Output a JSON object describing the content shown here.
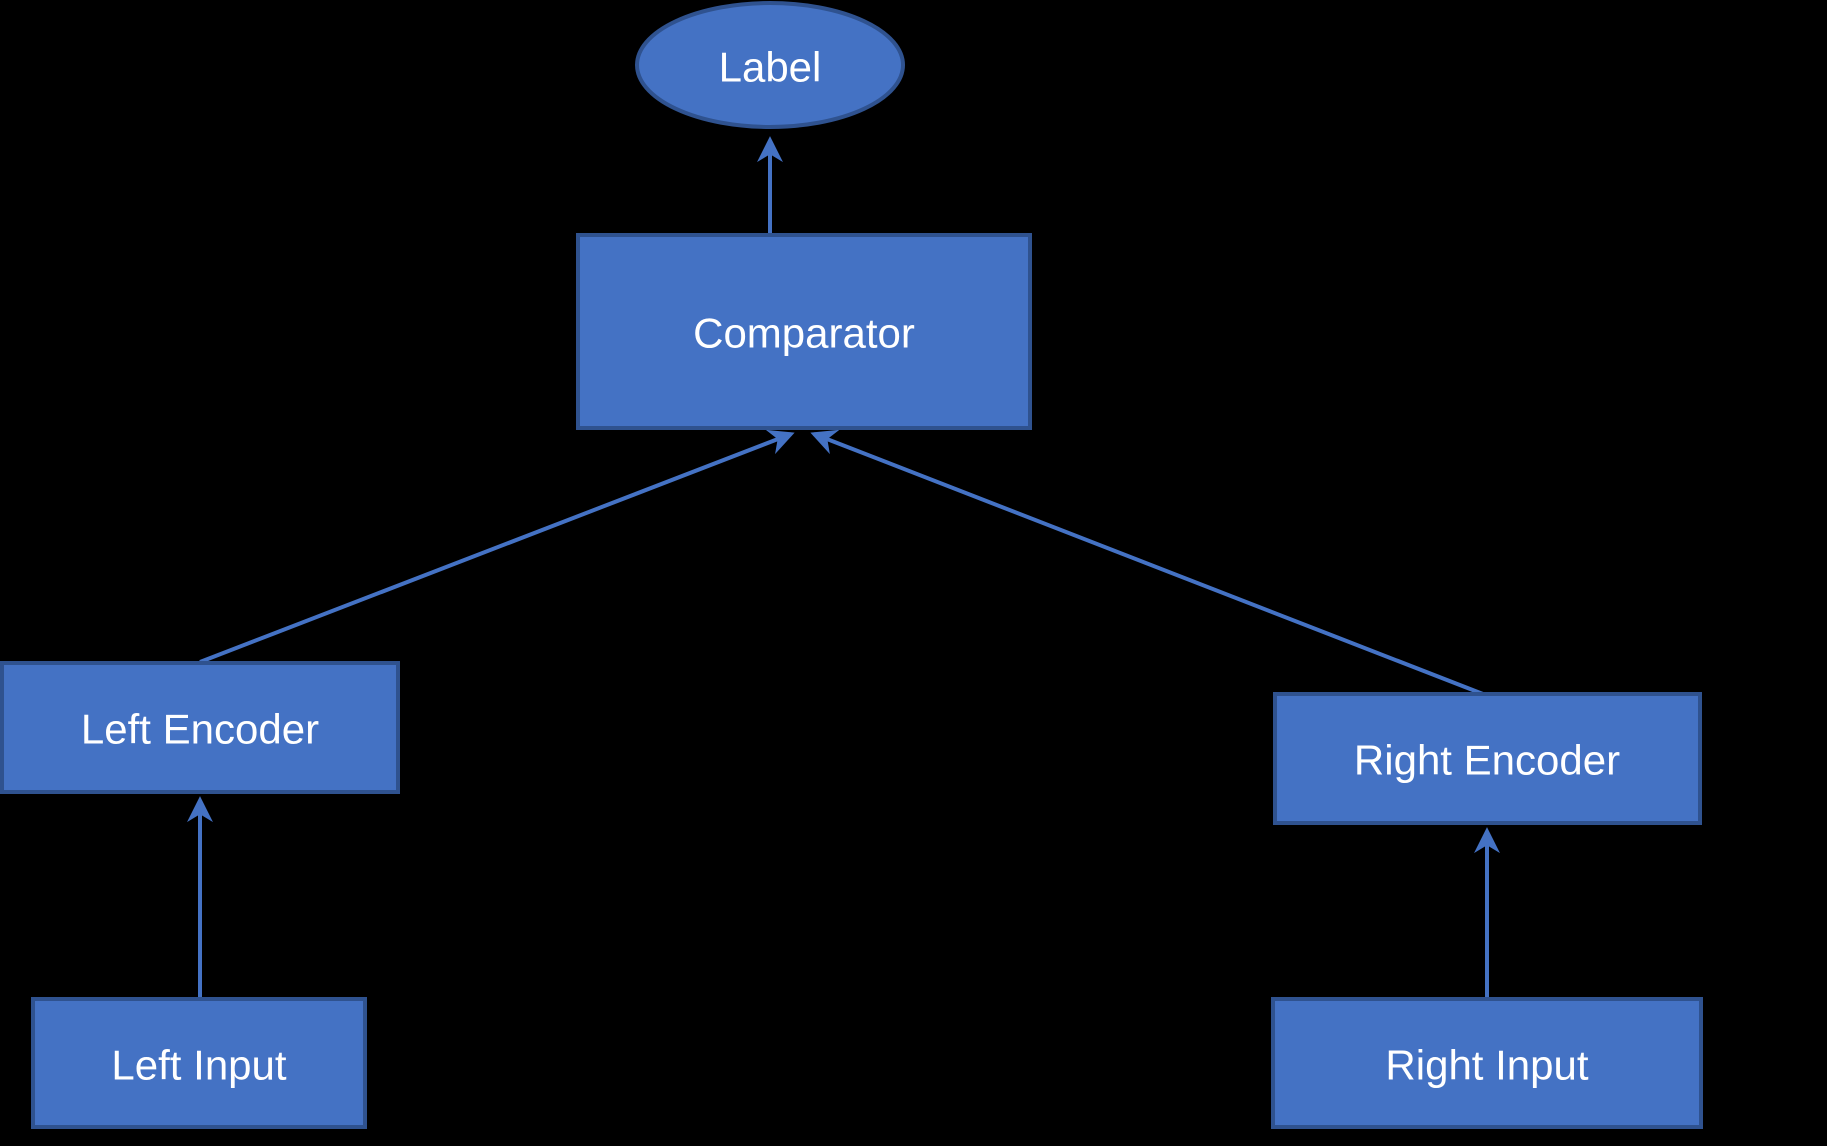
{
  "diagram": {
    "type": "flowchart",
    "background_color": "#000000",
    "colors": {
      "node_fill": "#4472C4",
      "node_border": "#2F528F",
      "connector": "#4472C4",
      "text": "#FFFFFF"
    },
    "nodes": {
      "label": {
        "text": "Label",
        "shape": "ellipse"
      },
      "comparator": {
        "text": "Comparator",
        "shape": "rectangle"
      },
      "left_encoder": {
        "text": "Left Encoder",
        "shape": "rectangle"
      },
      "right_encoder": {
        "text": "Right Encoder",
        "shape": "rectangle"
      },
      "left_input": {
        "text": "Left Input",
        "shape": "rectangle"
      },
      "right_input": {
        "text": "Right Input",
        "shape": "rectangle"
      }
    },
    "edges": [
      {
        "from": "Comparator",
        "to": "Label"
      },
      {
        "from": "Left Encoder",
        "to": "Comparator"
      },
      {
        "from": "Right Encoder",
        "to": "Comparator"
      },
      {
        "from": "Left Input",
        "to": "Left Encoder"
      },
      {
        "from": "Right Input",
        "to": "Right Encoder"
      }
    ]
  }
}
